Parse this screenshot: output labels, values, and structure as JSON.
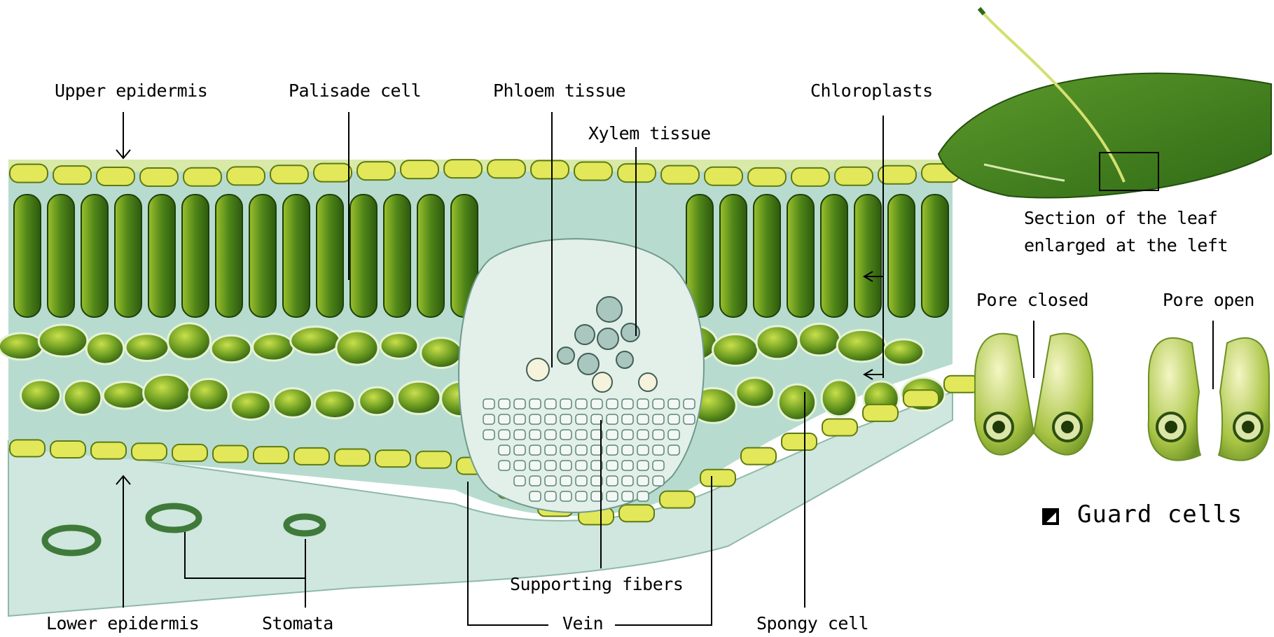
{
  "labels": {
    "upper_epidermis": "Upper epidermis",
    "palisade_cell": "Palisade cell",
    "phloem_tissue": "Phloem tissue",
    "xylem_tissue": "Xylem tissue",
    "chloroplasts": "Chloroplasts",
    "lower_epidermis": "Lower epidermis",
    "stomata": "Stomata",
    "supporting_fibers": "Supporting fibers",
    "vein": "Vein",
    "spongy_cell": "Spongy cell",
    "section_line1": "Section of the leaf",
    "section_line2": "enlarged at the left",
    "pore_closed": "Pore closed",
    "pore_open": "Pore open",
    "guard_cells": "Guard cells"
  },
  "colors": {
    "leaf_dark": "#3f7a1c",
    "leaf_mid": "#6fa327",
    "epidermis": "#e2e85a",
    "background_cell": "#b8dcd4",
    "vein": "#dfeeea"
  }
}
